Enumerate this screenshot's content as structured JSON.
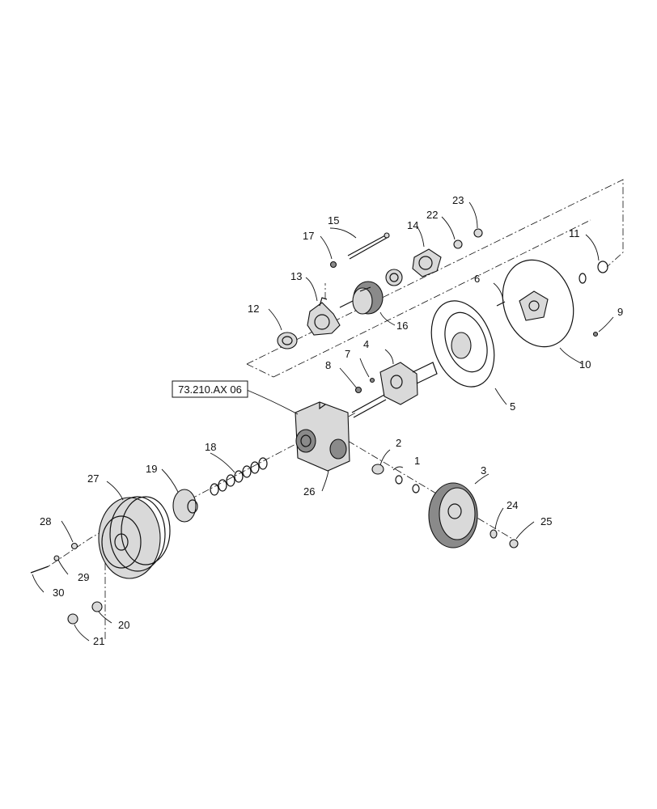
{
  "reference_box": "73.210.AX 06",
  "callouts": [
    {
      "id": "c1",
      "text": "1"
    },
    {
      "id": "c2",
      "text": "2"
    },
    {
      "id": "c3",
      "text": "3"
    },
    {
      "id": "c4",
      "text": "4"
    },
    {
      "id": "c5",
      "text": "5"
    },
    {
      "id": "c6",
      "text": "6"
    },
    {
      "id": "c7",
      "text": "7"
    },
    {
      "id": "c8",
      "text": "8"
    },
    {
      "id": "c9",
      "text": "9"
    },
    {
      "id": "c10",
      "text": "10"
    },
    {
      "id": "c11",
      "text": "11"
    },
    {
      "id": "c12",
      "text": "12"
    },
    {
      "id": "c13",
      "text": "13"
    },
    {
      "id": "c14",
      "text": "14"
    },
    {
      "id": "c15",
      "text": "15"
    },
    {
      "id": "c16",
      "text": "16"
    },
    {
      "id": "c17",
      "text": "17"
    },
    {
      "id": "c18",
      "text": "18"
    },
    {
      "id": "c19",
      "text": "19"
    },
    {
      "id": "c20",
      "text": "20"
    },
    {
      "id": "c21",
      "text": "21"
    },
    {
      "id": "c22",
      "text": "22"
    },
    {
      "id": "c23",
      "text": "23"
    },
    {
      "id": "c24",
      "text": "24"
    },
    {
      "id": "c25",
      "text": "25"
    },
    {
      "id": "c26",
      "text": "26"
    },
    {
      "id": "c27",
      "text": "27"
    },
    {
      "id": "c28",
      "text": "28"
    },
    {
      "id": "c29",
      "text": "29"
    },
    {
      "id": "c30",
      "text": "30"
    }
  ]
}
